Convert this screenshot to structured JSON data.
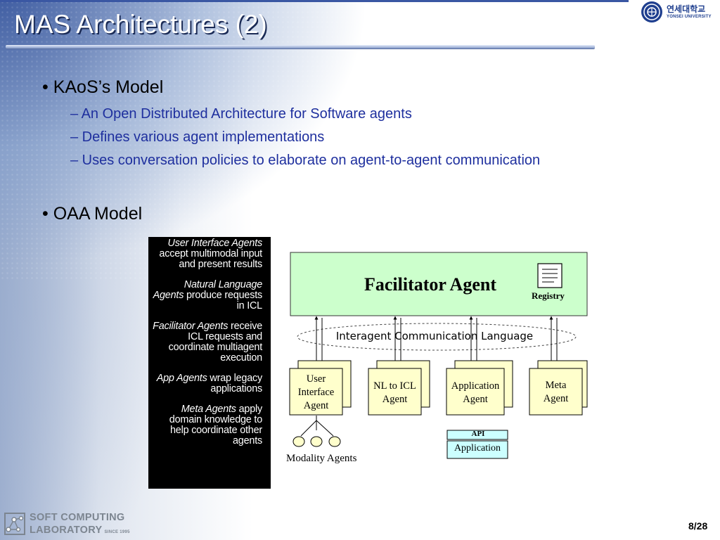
{
  "slide": {
    "title": "MAS Architectures (2)",
    "page": "8/28"
  },
  "university_logo": {
    "text_kr": "연세대학교",
    "text_en": "YONSEI UNIVERSITY",
    "seal_icon": "yonsei-seal-icon"
  },
  "content": {
    "bullet1": "• KAoS’s Model",
    "sub_bullets": [
      "– An Open Distributed Architecture for Software agents",
      "– Defines various agent implementations",
      "– Uses conversation policies to elaborate on agent-to-agent communication"
    ],
    "bullet2": "•  OAA Model"
  },
  "oaa_descriptions": [
    {
      "term": "User Interface Agents",
      "rest": " accept multimodal input and present results"
    },
    {
      "term": "Natural Language Agents",
      "rest": " produce requests in ICL"
    },
    {
      "term": "Facilitator Agents",
      "rest": " receive ICL requests and coordinate multiagent execution"
    },
    {
      "term": "App Agents",
      "rest": " wrap legacy applications"
    },
    {
      "term": "Meta Agents",
      "rest": " apply domain knowledge to help coordinate other agents"
    }
  ],
  "diagram": {
    "facilitator": "Facilitator Agent",
    "registry": "Registry",
    "icl": "Interagent Communication Language",
    "agents": [
      {
        "line1": "User",
        "line2": "Interface",
        "line3": "Agent"
      },
      {
        "line1": "NL to ICL",
        "line2": "Agent"
      },
      {
        "line1": "Application",
        "line2": "Agent"
      },
      {
        "line1": "Meta",
        "line2": "Agent"
      }
    ],
    "api": "API",
    "application": "Application",
    "modality": "Modality Agents",
    "colors": {
      "facilitator_fill": "#ccffcc",
      "agent_fill": "#ffffcc",
      "application_fill": "#ccffff"
    }
  },
  "footer": {
    "lab_line1": "SOFT COMPUTING",
    "lab_line2": "LABORATORY",
    "since": "SINCE 1995"
  }
}
